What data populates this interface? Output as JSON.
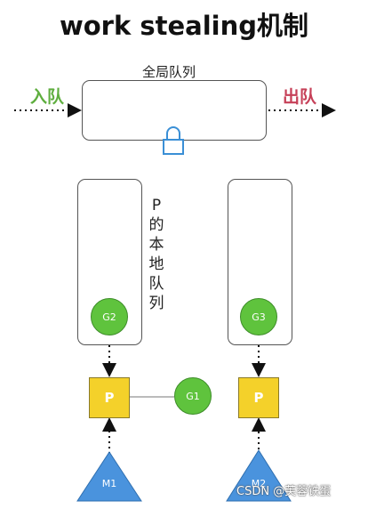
{
  "diagram": {
    "title": "work stealing机制",
    "global_queue_label": "全局队列",
    "enqueue_label": "入队",
    "dequeue_label": "出队",
    "local_queue_label": [
      "P",
      "的",
      "本",
      "地",
      "队",
      "列"
    ],
    "goroutines": [
      "G2",
      "G3",
      "G1"
    ],
    "processors": [
      "P",
      "P"
    ],
    "machines": [
      "M1",
      "M2"
    ],
    "watermark": "CSDN @芙蓉铁蛋"
  },
  "colors": {
    "enqueue": "#5fae3f",
    "dequeue": "#c64058",
    "goroutine": "#5fc33d",
    "processor": "#f4d12a",
    "machine": "#4a93dd",
    "lock": "#3a8fd6"
  },
  "icons": {
    "lock": "lock-icon"
  }
}
